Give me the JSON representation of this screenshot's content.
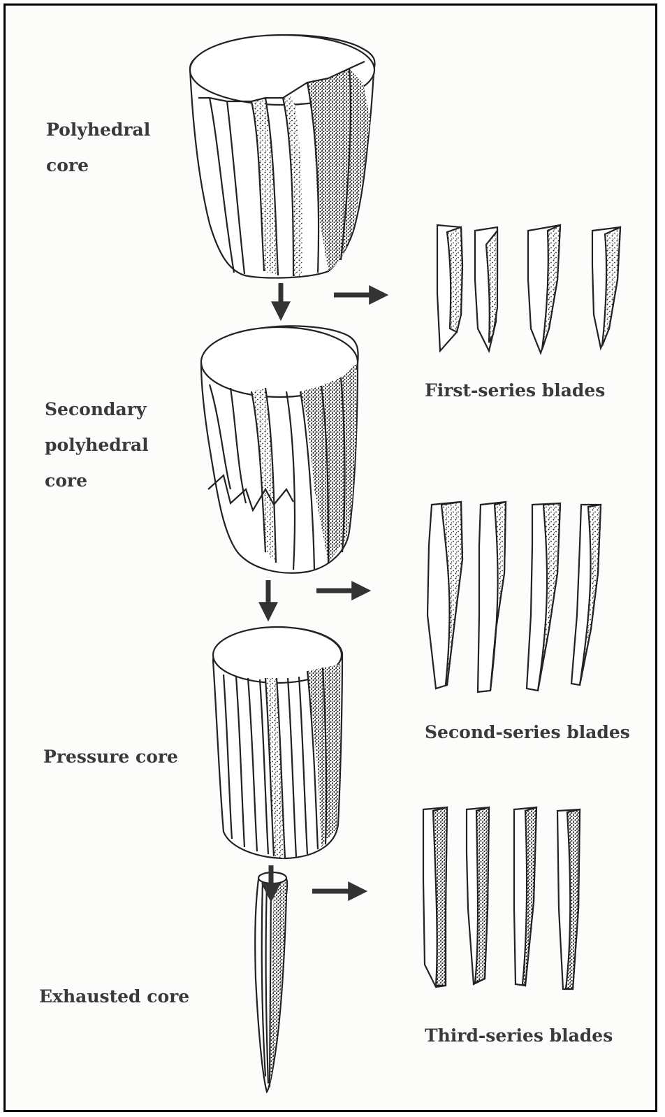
{
  "cores": {
    "polyhedral": [
      "Polyhedral",
      "core"
    ],
    "secondary": [
      "Secondary",
      "polyhedral",
      "core"
    ],
    "pressure": "Pressure core",
    "exhausted": "Exhausted core"
  },
  "blades": {
    "first": "First-series blades",
    "second": "Second-series blades",
    "third": "Third-series blades"
  },
  "colors": {
    "ink": "#2b2b2b",
    "paper": "#fcfcfb"
  }
}
